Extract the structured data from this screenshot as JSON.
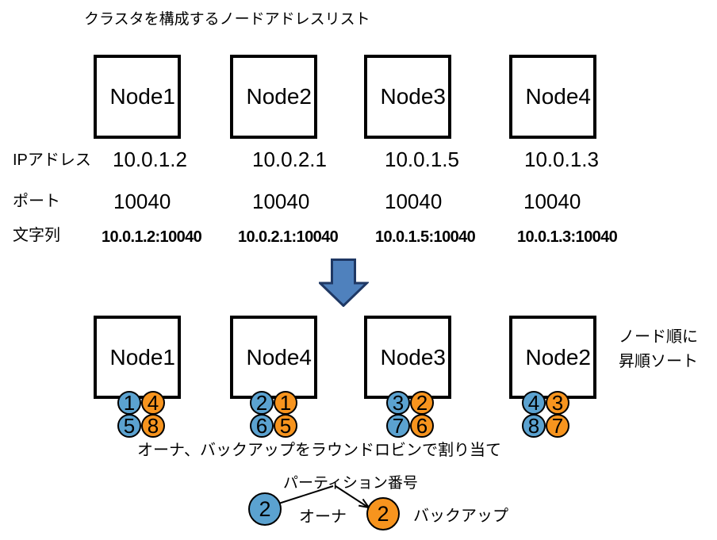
{
  "title": "クラスタを構成するノードアドレスリスト",
  "row_labels": {
    "ip": "IPアドレス",
    "port": "ポート",
    "string": "文字列"
  },
  "top_nodes": [
    {
      "name": "Node1",
      "ip": "10.0.1.2",
      "port": "10040",
      "address_string": "10.0.1.2:10040"
    },
    {
      "name": "Node2",
      "ip": "10.0.2.1",
      "port": "10040",
      "address_string": "10.0.2.1:10040"
    },
    {
      "name": "Node3",
      "ip": "10.0.1.5",
      "port": "10040",
      "address_string": "10.0.1.5:10040"
    },
    {
      "name": "Node4",
      "ip": "10.0.1.3",
      "port": "10040",
      "address_string": "10.0.1.3:10040"
    }
  ],
  "sorted_nodes": [
    {
      "name": "Node1",
      "partitions": [
        {
          "number": "1",
          "role": "owner"
        },
        {
          "number": "4",
          "role": "backup"
        },
        {
          "number": "5",
          "role": "owner"
        },
        {
          "number": "8",
          "role": "backup"
        }
      ]
    },
    {
      "name": "Node4",
      "partitions": [
        {
          "number": "2",
          "role": "owner"
        },
        {
          "number": "1",
          "role": "backup"
        },
        {
          "number": "6",
          "role": "owner"
        },
        {
          "number": "5",
          "role": "backup"
        }
      ]
    },
    {
      "name": "Node3",
      "partitions": [
        {
          "number": "3",
          "role": "owner"
        },
        {
          "number": "2",
          "role": "backup"
        },
        {
          "number": "7",
          "role": "owner"
        },
        {
          "number": "6",
          "role": "backup"
        }
      ]
    },
    {
      "name": "Node2",
      "partitions": [
        {
          "number": "4",
          "role": "owner"
        },
        {
          "number": "3",
          "role": "backup"
        },
        {
          "number": "8",
          "role": "owner"
        },
        {
          "number": "7",
          "role": "backup"
        }
      ]
    }
  ],
  "sort_note_lines": [
    "ノード順に",
    "昇順ソート"
  ],
  "round_robin_note": "オーナ、バックアップをラウンドロビンで割り当て",
  "legend": {
    "partition_number_label": "パーティション番号",
    "owner": {
      "number": "2",
      "label": "オーナ"
    },
    "backup": {
      "number": "2",
      "label": "バックアップ"
    }
  },
  "icons": {
    "down_arrow": "down-arrow",
    "legend_arrows": "pointer-arrows"
  },
  "colors": {
    "owner_blue": "#5BA2D0",
    "backup_orange": "#F7941E",
    "big_arrow_fill": "#4F81BD",
    "big_arrow_border": "#1F3864",
    "line_black": "#000000"
  }
}
